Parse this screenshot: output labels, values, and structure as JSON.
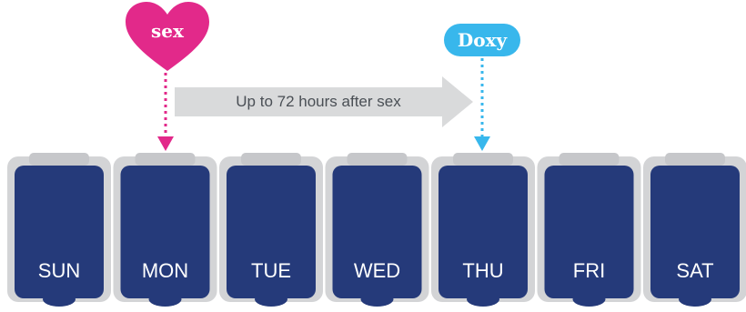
{
  "colors": {
    "heart": "#e2298a",
    "doxy": "#38b7ec",
    "arrow": "#d9dadb",
    "compartment": "#253a7a",
    "tray": "#d3d4d6"
  },
  "heart": {
    "label": "sex",
    "icon": "heart-icon"
  },
  "doxy": {
    "label": "Doxy"
  },
  "arrow": {
    "label": "Up to 72 hours after sex",
    "icon": "right-arrow-icon"
  },
  "days": [
    "SUN",
    "MON",
    "TUE",
    "WED",
    "THU",
    "FRI",
    "SAT"
  ]
}
